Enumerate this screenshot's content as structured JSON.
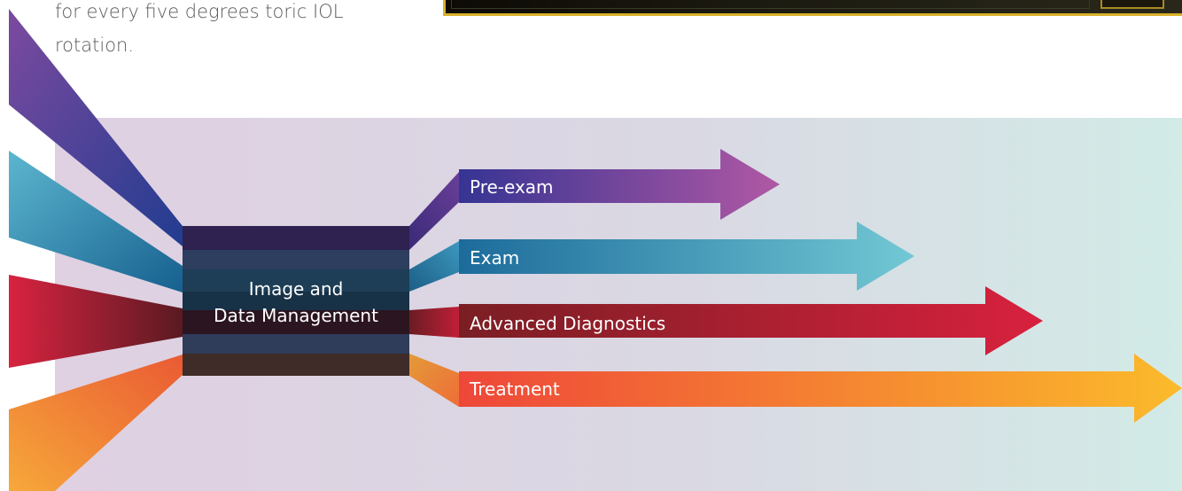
{
  "intro": {
    "line1": "for every five degrees toric IOL",
    "line2": "rotation."
  },
  "hub": {
    "line1": "Image and",
    "line2": "Data Management"
  },
  "arrows": [
    {
      "label": "Pre-exam",
      "color_start": "#3d3590",
      "color_end": "#a757a3"
    },
    {
      "label": "Exam",
      "color_start": "#1e6c9c",
      "color_end": "#6ec5d2"
    },
    {
      "label": "Advanced Diagnostics",
      "color_start": "#7d1f25",
      "color_end": "#d4213a"
    },
    {
      "label": "Treatment",
      "color_start": "#ee4b3a",
      "color_end": "#fbb62c"
    }
  ],
  "colors": {
    "background_left": "#dfd0e2",
    "background_right": "#d3ebe8",
    "screen_border": "#d8b02a"
  }
}
